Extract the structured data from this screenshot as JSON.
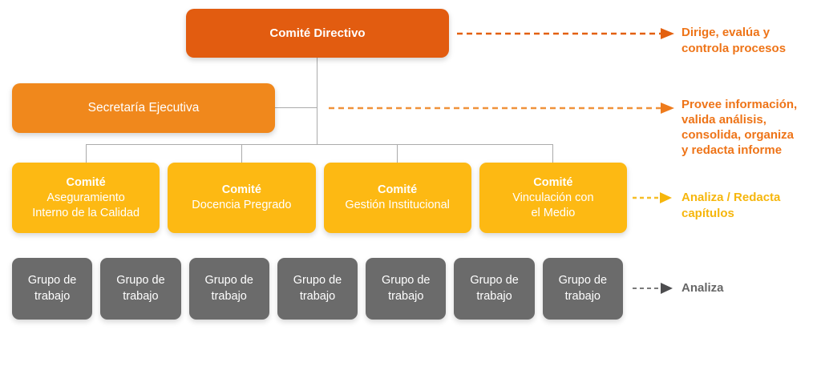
{
  "diagram": {
    "level1": {
      "label": "Comité Directivo",
      "color": "#E25C10",
      "annotation": "Dirige, evalúa y\ncontrola procesos",
      "annotation_color": "#EE7418"
    },
    "level2": {
      "label": "Secretaría Ejecutiva",
      "color": "#F0881C",
      "annotation": "Provee información,\nvalida análisis,\nconsolida, organiza\ny redacta informe",
      "annotation_color": "#EE7418"
    },
    "level3": {
      "color": "#FDB913",
      "annotation": "Analiza / Redacta\ncapítulos",
      "annotation_color": "#F6B60C",
      "committees": [
        {
          "title": "Comité",
          "subtitle": "Aseguramiento\nInterno de la Calidad"
        },
        {
          "title": "Comité",
          "subtitle": "Docencia Pregrado"
        },
        {
          "title": "Comité",
          "subtitle": "Gestión Institucional"
        },
        {
          "title": "Comité",
          "subtitle": "Vinculación con\nel Medio"
        }
      ]
    },
    "level4": {
      "color": "#6B6B6B",
      "annotation": "Analiza",
      "annotation_color": "#666666",
      "workgroups": [
        "Grupo de\ntrabajo",
        "Grupo de\ntrabajo",
        "Grupo de\ntrabajo",
        "Grupo de\ntrabajo",
        "Grupo de\ntrabajo",
        "Grupo de\ntrabajo",
        "Grupo de\ntrabajo"
      ]
    },
    "connector_color": "#ABABAB"
  }
}
